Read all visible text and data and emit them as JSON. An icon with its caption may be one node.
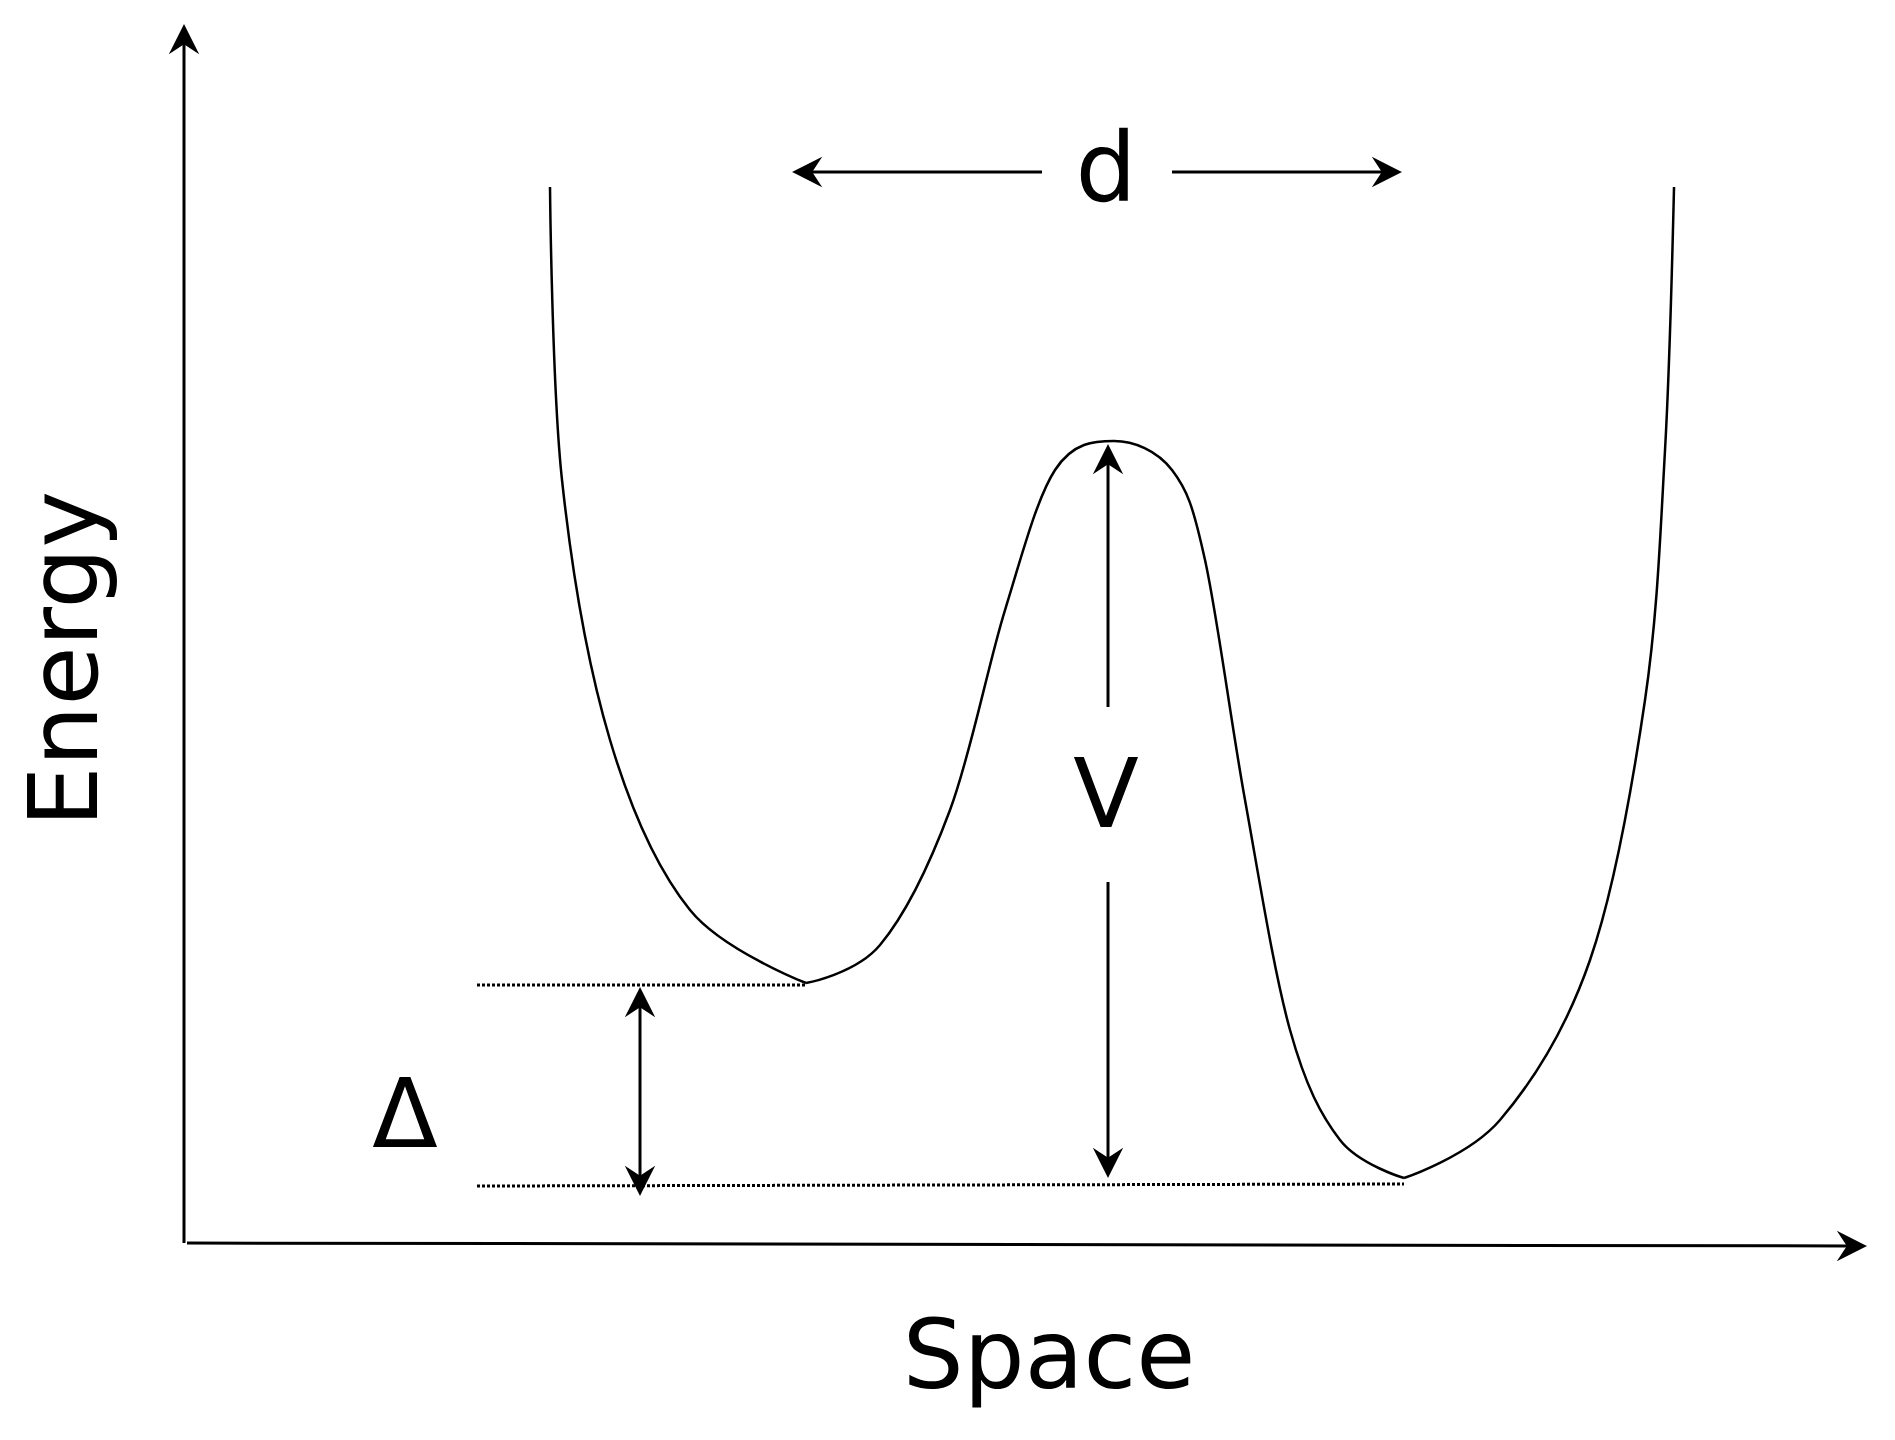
{
  "diagram": {
    "labels": [
      "Energy",
      "Space",
      "d",
      "V",
      "Δ"
    ]
  }
}
